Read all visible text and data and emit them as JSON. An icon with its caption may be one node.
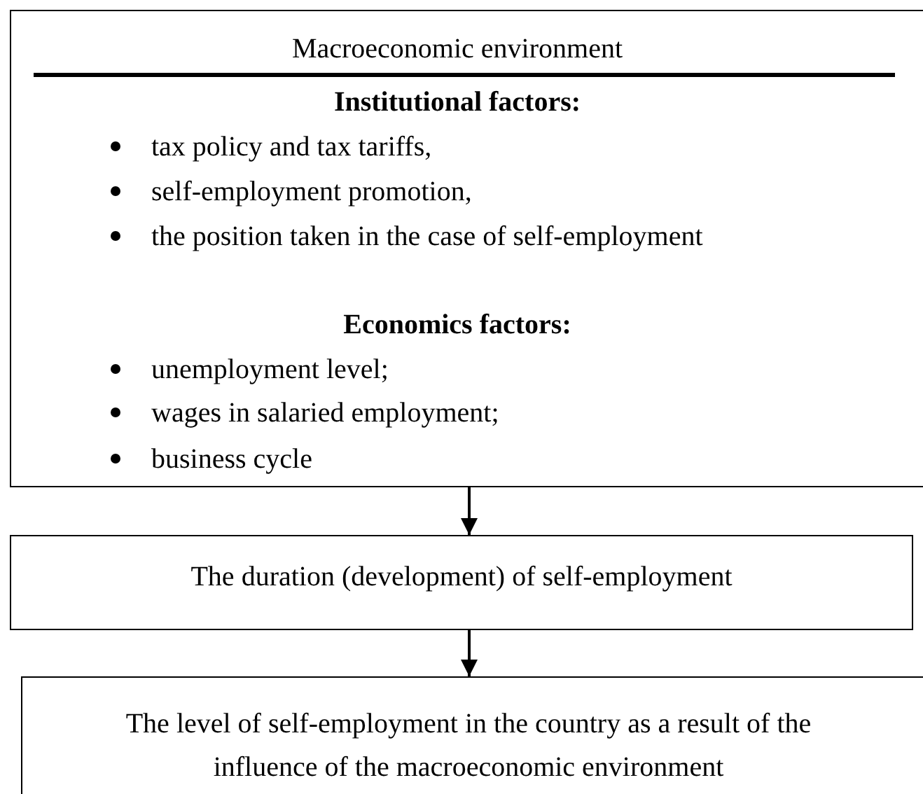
{
  "diagram": {
    "nodes": [
      {
        "text": [
          "Macroeconomic environment",
          "Institutional factors:",
          "tax policy and tax tariffs,",
          "self-employment promotion,",
          "the position taken in the case of self-employment",
          "Economics factors:",
          "unemployment level;",
          "wages in salaried employment;",
          "business cycle"
        ]
      },
      {
        "text": [
          "The duration (development) of self-employment"
        ]
      },
      {
        "text": [
          "The level of self-employment in the country as a result of the influence of the macroeconomic environment"
        ]
      }
    ],
    "edges": [
      {
        "from": 0,
        "to": 1,
        "arrow": "to"
      },
      {
        "from": 1,
        "to": 2,
        "arrow": "to"
      }
    ]
  }
}
